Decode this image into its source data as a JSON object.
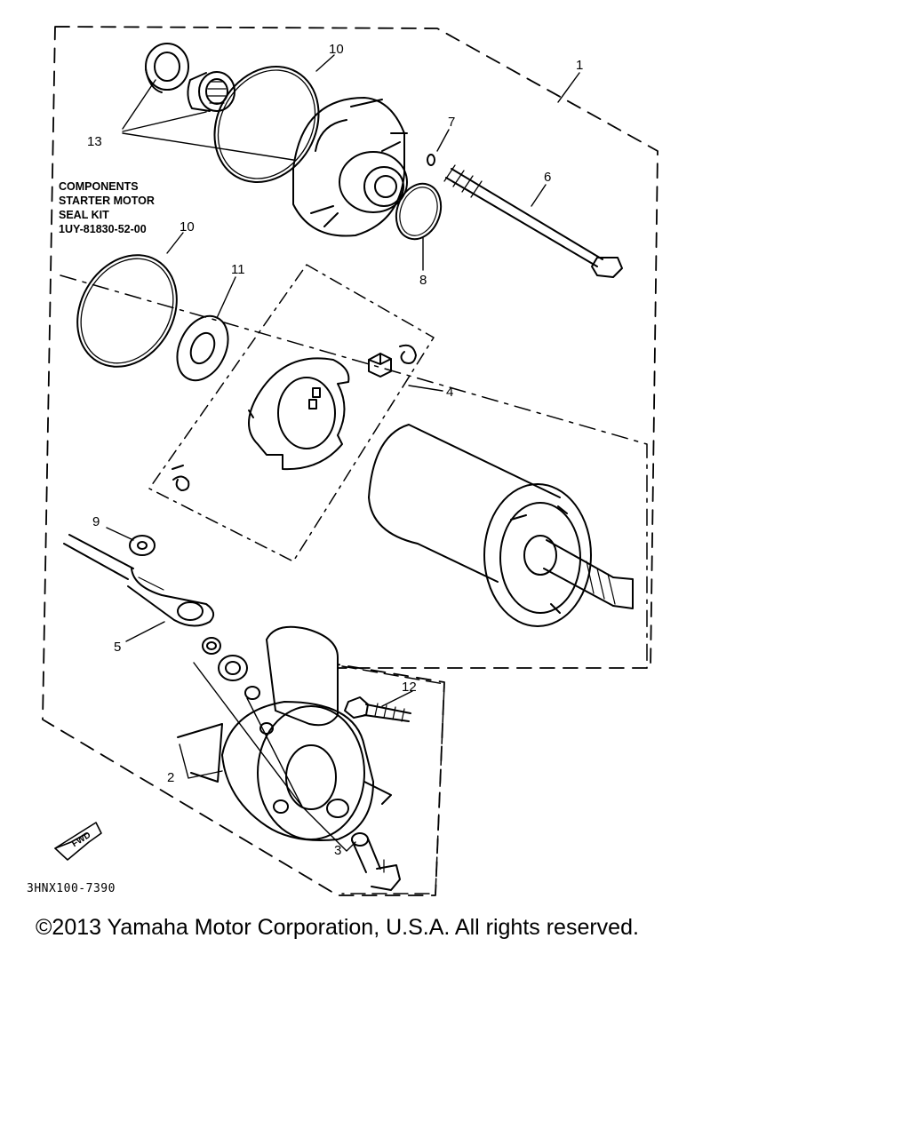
{
  "diagram": {
    "callouts": [
      "1",
      "2",
      "3",
      "4",
      "5",
      "6",
      "7",
      "8",
      "9",
      "10",
      "10",
      "11",
      "12",
      "13"
    ],
    "kit_note": [
      "COMPONENTS",
      "STARTER MOTOR",
      "SEAL KIT",
      "1UY-81830-52-00"
    ],
    "fwd_label": "FWD",
    "drawing_code": "3HNX100-7390"
  },
  "footer": {
    "copyright": "©2013 Yamaha Motor Corporation, U.S.A. All rights reserved."
  }
}
